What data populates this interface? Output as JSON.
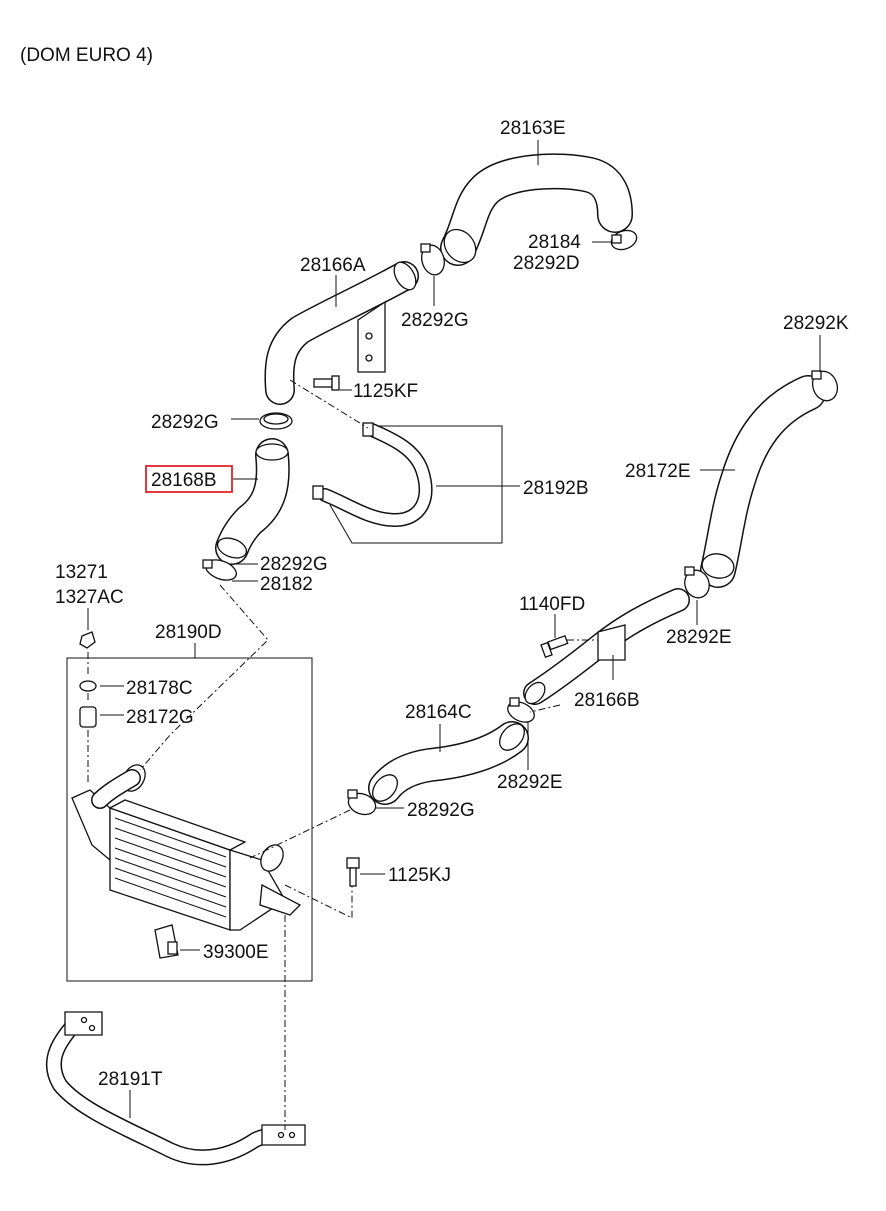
{
  "title": "(DOM EURO 4)",
  "labels": {
    "p28163E": "28163E",
    "p28184": "28184",
    "p28292D": "28292D",
    "p28166A": "28166A",
    "p28292G_top": "28292G",
    "p28292K": "28292K",
    "p1125KF": "1125KF",
    "p28292G_left": "28292G",
    "p28168B": "28168B",
    "p28192B": "28192B",
    "p28172E": "28172E",
    "p28292G_mid": "28292G",
    "p28182": "28182",
    "p13271": "13271",
    "p1327AC": "1327AC",
    "p1140FD": "1140FD",
    "p28190D": "28190D",
    "p28292E_right": "28292E",
    "p28178C": "28178C",
    "p28166B": "28166B",
    "p28172G": "28172G",
    "p28164C": "28164C",
    "p28292E_mid": "28292E",
    "p28292G_low": "28292G",
    "p1125KJ": "1125KJ",
    "p39300E": "39300E",
    "p28191T": "28191T"
  },
  "highlight": {
    "part": "28168B",
    "color": "#e0242b"
  }
}
